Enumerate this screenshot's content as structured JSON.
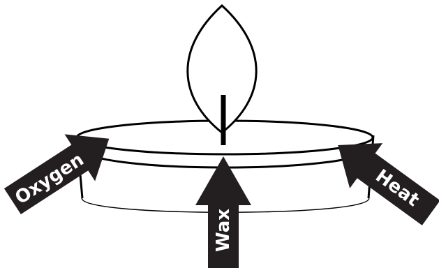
{
  "diagram": {
    "labels": {
      "oxygen": "Oxygen",
      "wax": "Wax",
      "heat": "Heat"
    },
    "colors": {
      "stroke": "#000000",
      "arrow_fill": "#231f20",
      "arrow_text": "#ffffff",
      "background": "#ffffff"
    }
  }
}
